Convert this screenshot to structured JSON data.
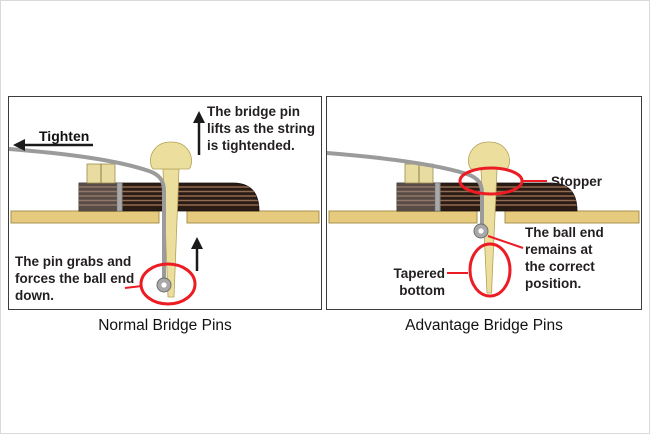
{
  "left_panel": {
    "caption": "Normal Bridge Pins",
    "tighten_label": "Tighten",
    "lift_note": "The bridge pin\nlifts as the string\nis tightended.",
    "grab_note": "The pin grabs and\nforces the ball end\ndown."
  },
  "right_panel": {
    "caption": "Advantage Bridge Pins",
    "stopper_label": "Stopper",
    "tapered_label": "Tapered bottom",
    "ball_note": "The ball end\nremains at\nthe correct\nposition."
  },
  "colors": {
    "accent_red": "#ec1c24",
    "pin_cream": "#ecdf9e",
    "pin_edge": "#b3a257",
    "board_tan": "#e6cb7e",
    "board_edge": "#a8924e",
    "bridge_dark": "#2b1b15",
    "bridge_stripe": "#916b52",
    "saddle_cream": "#e9dca0",
    "string_gray": "#9b9b9b",
    "ball_gray": "#a9a9a9",
    "arrow_black": "#1a1a1a"
  }
}
